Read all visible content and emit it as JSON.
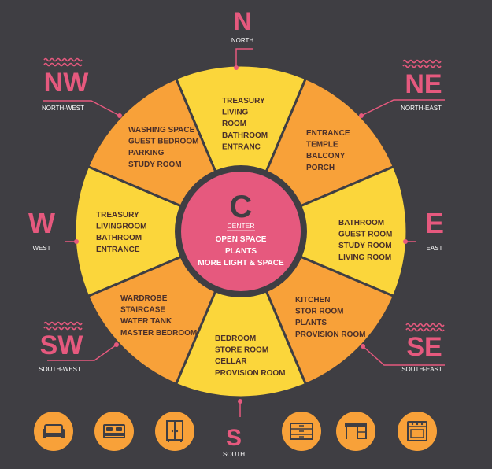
{
  "colors": {
    "background": "#3f3e43",
    "yellow": "#fbd63b",
    "orange": "#f8a139",
    "pink": "#e6597e",
    "ring": "#3f3e43",
    "sector_text": "#4a2f2a",
    "label_text": "#ffffff"
  },
  "center": {
    "letter": "C",
    "label": "CENTER",
    "items": [
      "OPEN SPACE",
      "PLANTS",
      "MORE LIGHT & SPACE"
    ]
  },
  "sectors": [
    {
      "id": "north",
      "color": "yellow",
      "items": [
        "TREASURY",
        "LIVING",
        "ROOM",
        "BATHROOM",
        "ENTRANC"
      ]
    },
    {
      "id": "north-east",
      "color": "orange",
      "items": [
        "ENTRANCE",
        "TEMPLE",
        "BALCONY",
        "PORCH"
      ]
    },
    {
      "id": "east",
      "color": "yellow",
      "items": [
        "BATHROOM",
        "GUEST ROOM",
        "STUDY ROOM",
        "LIVING ROOM"
      ]
    },
    {
      "id": "south-east",
      "color": "orange",
      "items": [
        "KITCHEN",
        "STOR ROOM",
        "PLANTS",
        "PROVISION ROOM"
      ]
    },
    {
      "id": "south",
      "color": "yellow",
      "items": [
        "BEDROOM",
        "STORE ROOM",
        "CELLAR",
        "PROVISION ROOM"
      ]
    },
    {
      "id": "south-west",
      "color": "orange",
      "items": [
        "WARDROBE",
        "STAIRCASE",
        "WATER TANK",
        "MASTER BEDROOM"
      ]
    },
    {
      "id": "west",
      "color": "yellow",
      "items": [
        "TREASURY",
        "LIVINGROOM",
        "BATHROOM",
        "ENTRANCE"
      ]
    },
    {
      "id": "north-west",
      "color": "orange",
      "items": [
        "WASHING SPACE",
        "GUEST BEDROOM",
        "PARKING",
        "STUDY ROOM"
      ]
    }
  ],
  "directions": [
    {
      "id": "north",
      "letter": "N",
      "name": "NORTH"
    },
    {
      "id": "north-east",
      "letter": "NE",
      "name": "NORTH-EAST"
    },
    {
      "id": "east",
      "letter": "E",
      "name": "EAST"
    },
    {
      "id": "south-east",
      "letter": "SE",
      "name": "SOUTH-EAST"
    },
    {
      "id": "south",
      "letter": "S",
      "name": "SOUTH"
    },
    {
      "id": "south-west",
      "letter": "SW",
      "name": "SOUTH-WEST"
    },
    {
      "id": "west",
      "letter": "W",
      "name": "WEST"
    },
    {
      "id": "north-west",
      "letter": "NW",
      "name": "NORTH-WEST"
    }
  ],
  "icons": [
    {
      "id": "armchair",
      "name": "armchair-icon"
    },
    {
      "id": "bed",
      "name": "bed-icon"
    },
    {
      "id": "wardrobe",
      "name": "wardrobe-icon"
    },
    {
      "id": "dresser",
      "name": "dresser-icon"
    },
    {
      "id": "desk",
      "name": "desk-icon"
    },
    {
      "id": "oven",
      "name": "oven-icon"
    }
  ]
}
